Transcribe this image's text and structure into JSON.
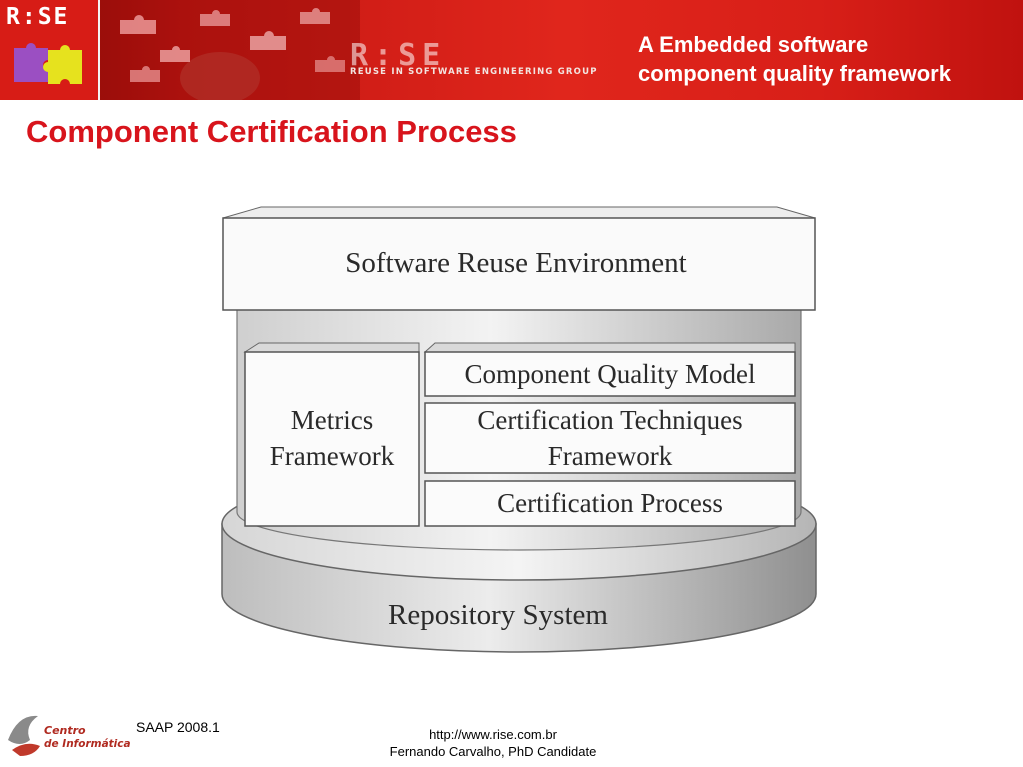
{
  "header": {
    "logo_text": "R:SE",
    "brand_text": "R:SE",
    "tagline": "REUSE IN SOFTWARE ENGINEERING GROUP",
    "title_line1": "A Embedded software",
    "title_line2": "component quality framework",
    "colors": {
      "banner": "#d81f18",
      "title_text": "#ffffff"
    }
  },
  "page": {
    "title": "Component Certification Process",
    "title_color": "#d8141c"
  },
  "diagram": {
    "top_layer": "Software Reuse Environment",
    "metrics_line1": "Metrics",
    "metrics_line2": "Framework",
    "quality_model": "Component Quality Model",
    "techniques_line1": "Certification Techniques",
    "techniques_line2": "Framework",
    "process": "Certification Process",
    "repository": "Repository System"
  },
  "footer": {
    "logo_line1": "Centro",
    "logo_line2": "de Informática",
    "event": "SAAP 2008.1",
    "url": "http://www.rise.com.br",
    "author": "Fernando Carvalho, PhD Candidate",
    "icon": "centro-informatica-logo-icon"
  }
}
